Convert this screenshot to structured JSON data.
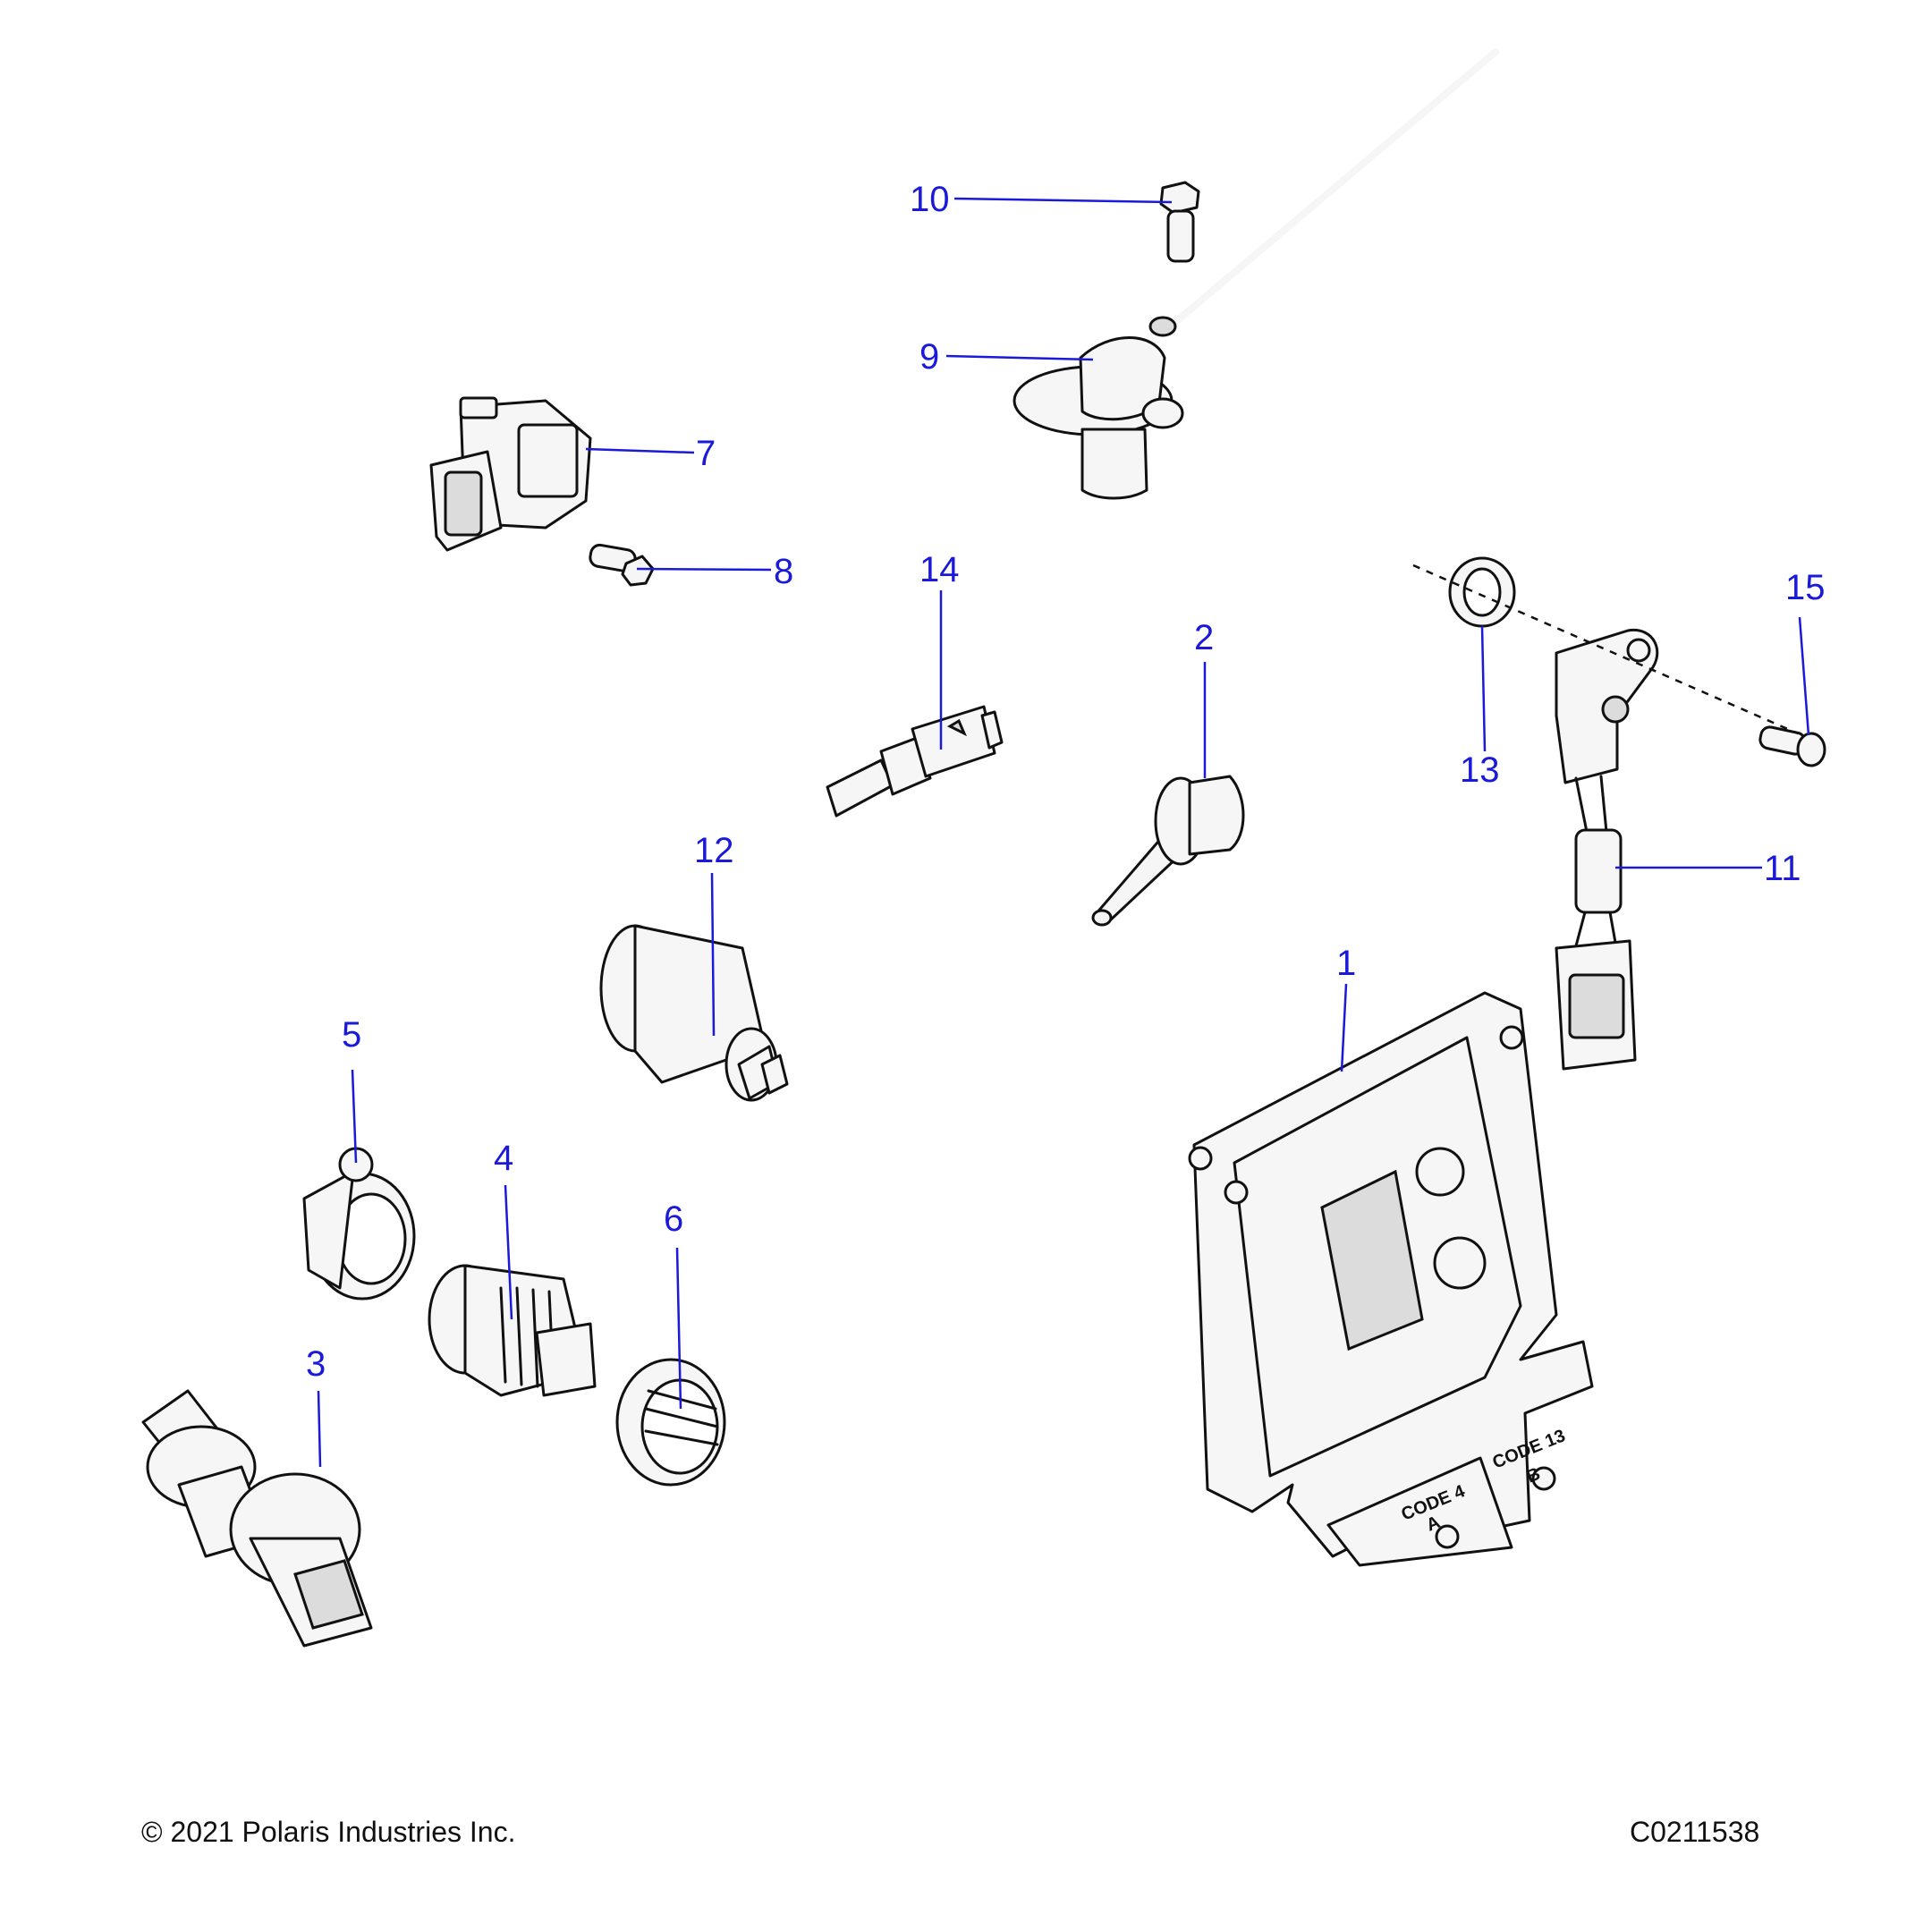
{
  "callouts": {
    "c1": "1",
    "c2": "2",
    "c3": "3",
    "c4": "4",
    "c5": "5",
    "c6": "6",
    "c7": "7",
    "c8": "8",
    "c9": "9",
    "c10": "10",
    "c11": "11",
    "c12": "12",
    "c13": "13",
    "c14": "14",
    "c15": "15"
  },
  "ecu_labels": {
    "code_a": "CODE 4",
    "letter_a": "A",
    "code_b": "CODE 13",
    "letter_b": "B"
  },
  "footer": {
    "copyright": "© 2021 Polaris Industries Inc.",
    "drawing_id": "C0211538"
  },
  "colors": {
    "callout": "#1a1ad8",
    "line": "#111111"
  }
}
